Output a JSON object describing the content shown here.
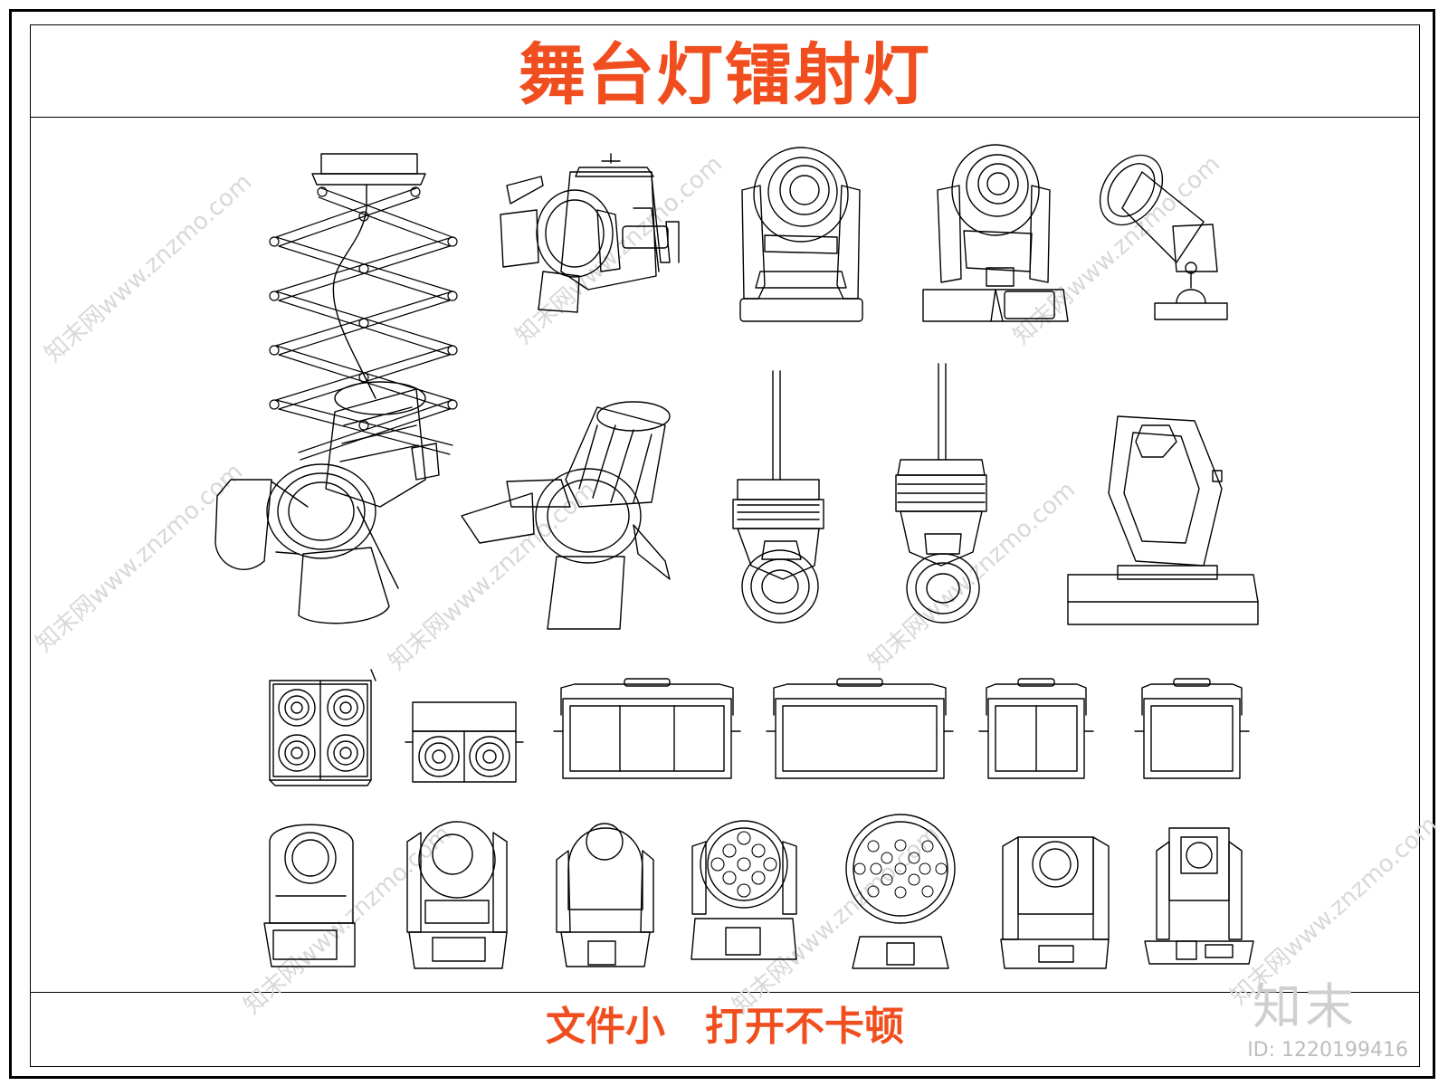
{
  "title": "舞台灯镭射灯",
  "footer": "文件小　打开不卡顿",
  "watermark": "知末网www.znzmo.com",
  "brand": "知末",
  "id_text": "ID: 1220199416",
  "colors": {
    "accent": "#f04e1e",
    "line": "#000000",
    "watermark": "#d8d8d8"
  }
}
